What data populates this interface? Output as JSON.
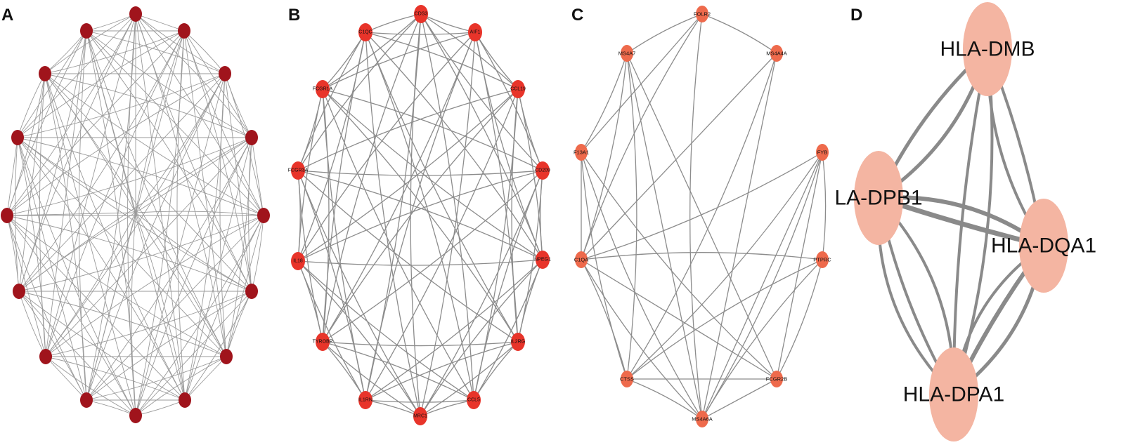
{
  "panels": [
    {
      "letter": "A",
      "node_color": "#a0141c",
      "edge_color": "#9a9a9a",
      "nodes": [
        "",
        "",
        "",
        "",
        "",
        "",
        "",
        "",
        "",
        "",
        "",
        "",
        "",
        "",
        "",
        "",
        "",
        "",
        "",
        "",
        ""
      ],
      "labels_legible": false,
      "full_graph": true
    },
    {
      "letter": "B",
      "node_color": "#e8342a",
      "edge_color": "#8c8c8c",
      "nodes": [
        "CDS3",
        "AIF1",
        "CCL19",
        "CD209",
        "NPEG1",
        "IL2RG",
        "CCL5",
        "MRC1",
        "IL1RN",
        "TYROBP",
        "IL18",
        "FCGR3A",
        "FCGR1A",
        "C1QC"
      ]
    },
    {
      "letter": "C",
      "node_color": "#ee6a4c",
      "edge_color": "#8c8c8c",
      "nodes": [
        "FOLR2",
        "MS4A4A",
        "FYB",
        "PTPRC",
        "FCGR2B",
        "MS4A6A",
        "CTSS",
        "C1QA",
        "F13A1",
        "MS4A7"
      ]
    },
    {
      "letter": "D",
      "node_color": "#f4b5a2",
      "edge_color": "#8a8a8a",
      "nodes": [
        "HLA-DMB",
        "LA-DPB1",
        "HLA-DQA1",
        "HLA-DPA1"
      ]
    }
  ]
}
